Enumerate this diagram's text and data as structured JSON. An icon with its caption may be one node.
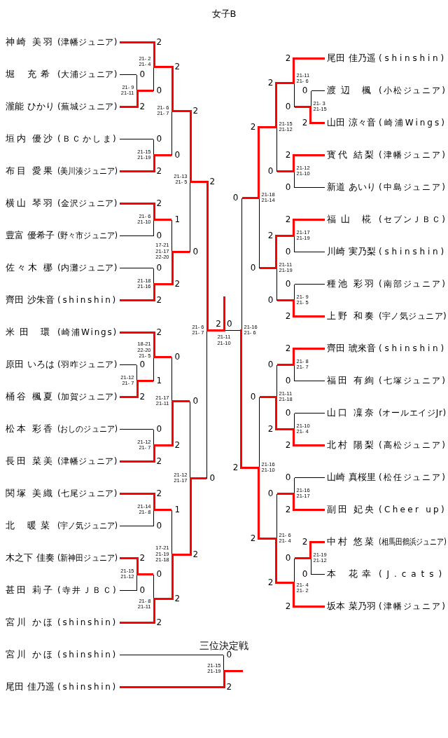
{
  "diagram": {
    "title": "女子B",
    "nodes": [
      {
        "text": [
          "神崎 美羽",
          "(津幡ジュニア)"
        ]
      },
      {
        "text": [
          "堀 充希",
          "(大浦ジュニア)"
        ]
      },
      {
        "text": [
          "瀧能 ひかり",
          "(蕪城ジュニア)"
        ]
      },
      {
        "text": [
          "垣内 優沙",
          "(ＢＣかしま)"
        ]
      },
      {
        "text": [
          "布目 愛果",
          "(美川湊ジュニア)"
        ]
      },
      {
        "text": [
          "横山 琴羽",
          "(金沢ジュニア)"
        ]
      },
      {
        "text": [
          "豊富 優希子",
          "(野々市ジュニア)"
        ]
      },
      {
        "text": [
          "佐々木 梛",
          "(内灘ジュニア)"
        ]
      },
      {
        "text": [
          "齊田 沙朱音",
          "(shinshin)"
        ]
      },
      {
        "text": [
          "米田 環",
          "(崎浦Wings)"
        ]
      },
      {
        "text": [
          "原田 いろは",
          "(羽咋ジュニア)"
        ]
      },
      {
        "text": [
          "桶谷 楓夏",
          "(加賀ジュニア)"
        ]
      },
      {
        "text": [
          "松本 彩香",
          "(おしのジュニア)"
        ]
      },
      {
        "text": [
          "長田 菜美",
          "(津幡ジュニア)"
        ]
      },
      {
        "text": [
          "関塚 美織",
          "(七尾ジュニア)"
        ]
      },
      {
        "text": [
          "北 暖菜",
          "(宇ノ気ジュニア)"
        ]
      },
      {
        "text": [
          "木之下 佳奏",
          "(新神田ジュニア)"
        ]
      },
      {
        "text": [
          "甚田 莉子",
          "(寺井ＪＢＣ)"
        ]
      },
      {
        "text": [
          "宮川 かほ",
          "(shinshin)"
        ]
      },
      {
        "text": [
          "尾田 佳乃遥",
          "(shinshin)"
        ]
      },
      {
        "text": [
          "渡辺 楓",
          "(小松ジュニア)"
        ]
      },
      {
        "text": [
          "山田 涼々音",
          "(崎浦Wings)"
        ]
      },
      {
        "text": [
          "寳代 結梨",
          "(津幡ジュニア)"
        ]
      },
      {
        "text": [
          "新道 あいり",
          "(中島ジュニア)"
        ]
      },
      {
        "text": [
          "福山 椛",
          "(セブンＪＢＣ)"
        ]
      },
      {
        "text": [
          "川崎 実乃梨",
          "(shinshin)"
        ]
      },
      {
        "text": [
          "種池 彩羽",
          "(南部ジュニア)"
        ]
      },
      {
        "text": [
          "上野 和奏",
          "(宇ノ気ジュニア)"
        ]
      },
      {
        "text": [
          "齊田 琥來音",
          "(shinshin)"
        ]
      },
      {
        "text": [
          "福田 有絢",
          "(七塚ジュニア)"
        ]
      },
      {
        "text": [
          "山口 凜奈",
          "(オールエイジJr)"
        ]
      },
      {
        "text": [
          "北村 陽梨",
          "(高松ジュニア)"
        ]
      },
      {
        "text": [
          "山崎 真桜里",
          "(松任ジュニア)"
        ]
      },
      {
        "text": [
          "副田 妃央",
          "(Cheer up)"
        ]
      },
      {
        "text": [
          "中村 悠菜",
          "(相馬田鶴浜ジュニア)"
        ]
      },
      {
        "text": [
          "本 花幸",
          "(J.cats)"
        ]
      },
      {
        "text": [
          "坂本 菜乃羽",
          "(津幡ジュニア)"
        ]
      },
      {
        "text": [
          "宮川 かほ",
          "(shinshin)"
        ]
      },
      {
        "text": [
          "尾田 佳乃遥",
          "(shinshin)"
        ]
      },
      {
        "text": [],
        "shape": "bar",
        "beside": [
          "21- 9",
          "21-11"
        ]
      },
      {
        "text": [],
        "shape": "bar",
        "beside": [
          "21- 2",
          "21- 4"
        ]
      },
      {
        "text": [],
        "shape": "bar",
        "beside": [
          "21-15",
          "21-19"
        ]
      },
      {
        "text": [],
        "shape": "bar",
        "beside": [
          "21- 6",
          "21- 7"
        ]
      },
      {
        "text": [],
        "shape": "bar",
        "beside": [
          "21- 6",
          "21-10"
        ]
      },
      {
        "text": [],
        "shape": "bar",
        "beside": [
          "21-18",
          "21-16"
        ]
      },
      {
        "text": [],
        "shape": "bar",
        "beside": [
          "17-21",
          "21-17",
          "22-20"
        ]
      },
      {
        "text": [],
        "shape": "bar",
        "beside": [
          "21-13",
          "21- 5"
        ]
      },
      {
        "text": [],
        "shape": "bar",
        "beside": [
          "21-12",
          "21- 7"
        ]
      },
      {
        "text": [],
        "shape": "bar",
        "beside": [
          "18-21",
          "22-20",
          "21- 5"
        ]
      },
      {
        "text": [],
        "shape": "bar",
        "beside": [
          "21-12",
          "21- 7"
        ]
      },
      {
        "text": [],
        "shape": "bar",
        "beside": [
          "21-17",
          "21-11"
        ]
      },
      {
        "text": [],
        "shape": "bar",
        "beside": [
          "21-14",
          "21- 8"
        ]
      },
      {
        "text": [],
        "shape": "bar",
        "beside": [
          "21-15",
          "21-12"
        ]
      },
      {
        "text": [],
        "shape": "bar",
        "beside": [
          "21- 8",
          "21-11"
        ]
      },
      {
        "text": [],
        "shape": "bar",
        "beside": [
          "17-21",
          "21-19",
          "21-18"
        ]
      },
      {
        "text": [],
        "shape": "bar",
        "beside": [
          "21-12",
          "21-17"
        ]
      },
      {
        "text": [],
        "shape": "bar",
        "beside": [
          "21- 6",
          "21- 7"
        ]
      },
      {
        "text": [],
        "shape": "bar",
        "beside": [
          "21- 3",
          "21-15"
        ]
      },
      {
        "text": [],
        "shape": "bar",
        "beside": [
          "21-11",
          "21- 6"
        ]
      },
      {
        "text": [],
        "shape": "bar",
        "beside": [
          "21-12",
          "21-10"
        ]
      },
      {
        "text": [],
        "shape": "bar",
        "beside": [
          "21-15",
          "21-12"
        ]
      },
      {
        "text": [],
        "shape": "bar",
        "beside": [
          "21-17",
          "21-19"
        ]
      },
      {
        "text": [],
        "shape": "bar",
        "beside": [
          "21- 9",
          "21- 5"
        ]
      },
      {
        "text": [],
        "shape": "bar",
        "beside": [
          "21-11",
          "21-19"
        ]
      },
      {
        "text": [],
        "shape": "bar",
        "beside": [
          "21-18",
          "21-14"
        ]
      },
      {
        "text": [],
        "shape": "bar",
        "beside": [
          "21- 8",
          "21- 7"
        ]
      },
      {
        "text": [],
        "shape": "bar",
        "beside": [
          "21-10",
          "21- 4"
        ]
      },
      {
        "text": [],
        "shape": "bar",
        "beside": [
          "21-11",
          "21-18"
        ]
      },
      {
        "text": [],
        "shape": "bar",
        "beside": [
          "21-16",
          "21-17"
        ]
      },
      {
        "text": [],
        "shape": "bar",
        "beside": [
          "21-19",
          "21-12"
        ]
      },
      {
        "text": [],
        "shape": "bar",
        "beside": [
          "21- 4",
          "21- 2"
        ]
      },
      {
        "text": [],
        "shape": "bar",
        "beside": [
          "21- 6",
          "21- 4"
        ]
      },
      {
        "text": [],
        "shape": "bar",
        "beside": [
          "21-16",
          "21-10"
        ]
      },
      {
        "text": [],
        "shape": "bar",
        "beside": [
          "21-16",
          "21- 6"
        ]
      },
      {
        "text": [],
        "shape": "bar",
        "beside": [
          "21-11",
          "21-10"
        ]
      },
      {
        "text": [],
        "shape": "bar",
        "beside": [
          "21-15",
          "21-19"
        ]
      }
    ],
    "edges": [
      {
        "from": 1,
        "to": 39,
        "arrow": "none",
        "label": "0",
        "color": "#000000"
      },
      {
        "from": 2,
        "to": 39,
        "arrow": "none",
        "label": "2"
      },
      {
        "from": 0,
        "to": 40,
        "arrow": "none",
        "label": "2"
      },
      {
        "from": 39,
        "to": 40,
        "arrow": "none",
        "label": "0"
      },
      {
        "from": 3,
        "to": 41,
        "arrow": "none",
        "label": "0",
        "color": "#000000"
      },
      {
        "from": 4,
        "to": 41,
        "arrow": "none",
        "label": "2"
      },
      {
        "from": 40,
        "to": 42,
        "arrow": "none",
        "label": "2"
      },
      {
        "from": 41,
        "to": 42,
        "arrow": "none",
        "label": "0"
      },
      {
        "from": 5,
        "to": 43,
        "arrow": "none",
        "label": "2"
      },
      {
        "from": 6,
        "to": 43,
        "arrow": "none",
        "label": "0",
        "color": "#000000"
      },
      {
        "from": 7,
        "to": 44,
        "arrow": "none",
        "label": "0",
        "color": "#000000"
      },
      {
        "from": 8,
        "to": 44,
        "arrow": "none",
        "label": "2"
      },
      {
        "from": 43,
        "to": 45,
        "arrow": "none",
        "label": "1"
      },
      {
        "from": 44,
        "to": 45,
        "arrow": "none",
        "label": "2"
      },
      {
        "from": 42,
        "to": 46,
        "arrow": "none",
        "label": "2"
      },
      {
        "from": 45,
        "to": 46,
        "arrow": "none",
        "label": "0"
      },
      {
        "from": 10,
        "to": 47,
        "arrow": "none",
        "label": "0",
        "color": "#000000"
      },
      {
        "from": 11,
        "to": 47,
        "arrow": "none",
        "label": "2"
      },
      {
        "from": 9,
        "to": 48,
        "arrow": "none",
        "label": "2"
      },
      {
        "from": 47,
        "to": 48,
        "arrow": "none",
        "label": "1"
      },
      {
        "from": 12,
        "to": 49,
        "arrow": "none",
        "label": "0",
        "color": "#000000"
      },
      {
        "from": 13,
        "to": 49,
        "arrow": "none",
        "label": "2"
      },
      {
        "from": 48,
        "to": 50,
        "arrow": "none",
        "label": "0"
      },
      {
        "from": 49,
        "to": 50,
        "arrow": "none",
        "label": "2"
      },
      {
        "from": 14,
        "to": 51,
        "arrow": "none",
        "label": "2"
      },
      {
        "from": 15,
        "to": 51,
        "arrow": "none",
        "label": "0",
        "color": "#000000"
      },
      {
        "from": 16,
        "to": 52,
        "arrow": "none",
        "label": "2"
      },
      {
        "from": 17,
        "to": 52,
        "arrow": "none",
        "label": "0",
        "color": "#000000"
      },
      {
        "from": 52,
        "to": 53,
        "arrow": "none",
        "label": "0"
      },
      {
        "from": 18,
        "to": 53,
        "arrow": "none",
        "label": "2"
      },
      {
        "from": 51,
        "to": 54,
        "arrow": "none",
        "label": "1"
      },
      {
        "from": 53,
        "to": 54,
        "arrow": "none",
        "label": "2"
      },
      {
        "from": 50,
        "to": 55,
        "arrow": "none",
        "label": "0"
      },
      {
        "from": 54,
        "to": 55,
        "arrow": "none",
        "label": "2"
      },
      {
        "from": 46,
        "to": 56,
        "arrow": "none",
        "label": "2"
      },
      {
        "from": 55,
        "to": 56,
        "arrow": "none",
        "label": "0"
      },
      {
        "from": 20,
        "to": 57,
        "arrow": "none",
        "label": "0",
        "color": "#000000"
      },
      {
        "from": 21,
        "to": 57,
        "arrow": "none",
        "label": "2"
      },
      {
        "from": 19,
        "to": 58,
        "arrow": "none",
        "label": "2"
      },
      {
        "from": 57,
        "to": 58,
        "arrow": "none",
        "label": "0"
      },
      {
        "from": 22,
        "to": 59,
        "arrow": "none",
        "label": "2"
      },
      {
        "from": 23,
        "to": 59,
        "arrow": "none",
        "label": "0",
        "color": "#000000"
      },
      {
        "from": 58,
        "to": 60,
        "arrow": "none",
        "label": "2"
      },
      {
        "from": 59,
        "to": 60,
        "arrow": "none",
        "label": "0"
      },
      {
        "from": 24,
        "to": 61,
        "arrow": "none",
        "label": "2"
      },
      {
        "from": 25,
        "to": 61,
        "arrow": "none",
        "label": "0",
        "color": "#000000"
      },
      {
        "from": 26,
        "to": 62,
        "arrow": "none",
        "label": "0",
        "color": "#000000"
      },
      {
        "from": 27,
        "to": 62,
        "arrow": "none",
        "label": "2"
      },
      {
        "from": 61,
        "to": 63,
        "arrow": "none",
        "label": "2"
      },
      {
        "from": 62,
        "to": 63,
        "arrow": "none",
        "label": "0"
      },
      {
        "from": 60,
        "to": 64,
        "arrow": "none",
        "label": "2"
      },
      {
        "from": 63,
        "to": 64,
        "arrow": "none",
        "label": "0"
      },
      {
        "from": 28,
        "to": 65,
        "arrow": "none",
        "label": "2"
      },
      {
        "from": 29,
        "to": 65,
        "arrow": "none",
        "label": "0",
        "color": "#000000"
      },
      {
        "from": 30,
        "to": 66,
        "arrow": "none",
        "label": "0",
        "color": "#000000"
      },
      {
        "from": 31,
        "to": 66,
        "arrow": "none",
        "label": "2"
      },
      {
        "from": 65,
        "to": 67,
        "arrow": "none",
        "label": "0"
      },
      {
        "from": 66,
        "to": 67,
        "arrow": "none",
        "label": "2"
      },
      {
        "from": 32,
        "to": 68,
        "arrow": "none",
        "label": "0",
        "color": "#000000"
      },
      {
        "from": 33,
        "to": 68,
        "arrow": "none",
        "label": "2"
      },
      {
        "from": 34,
        "to": 69,
        "arrow": "none",
        "label": "2"
      },
      {
        "from": 35,
        "to": 69,
        "arrow": "none",
        "label": "0",
        "color": "#000000"
      },
      {
        "from": 69,
        "to": 70,
        "arrow": "none",
        "label": "0"
      },
      {
        "from": 36,
        "to": 70,
        "arrow": "none",
        "label": "2"
      },
      {
        "from": 68,
        "to": 71,
        "arrow": "none",
        "label": "0"
      },
      {
        "from": 70,
        "to": 71,
        "arrow": "none",
        "label": "2"
      },
      {
        "from": 67,
        "to": 72,
        "arrow": "none",
        "label": "0"
      },
      {
        "from": 71,
        "to": 72,
        "arrow": "none",
        "label": "2"
      },
      {
        "from": 64,
        "to": 73,
        "arrow": "none",
        "label": "0"
      },
      {
        "from": 72,
        "to": 73,
        "arrow": "none",
        "label": "2"
      },
      {
        "from": 56,
        "to": 74,
        "arrow": "none",
        "label": "2"
      },
      {
        "from": 73,
        "to": 74,
        "arrow": "none",
        "label": "0",
        "color": "#000000"
      },
      {
        "from": 37,
        "to": 75,
        "arrow": "none",
        "label": "0",
        "color": "#000000"
      },
      {
        "from": 38,
        "to": 75,
        "arrow": "none",
        "label": "2"
      },
      {
        "from": 75,
        "to": null,
        "arrow": "none"
      }
    ],
    "labels": [
      "三位決定戦"
    ]
  }
}
